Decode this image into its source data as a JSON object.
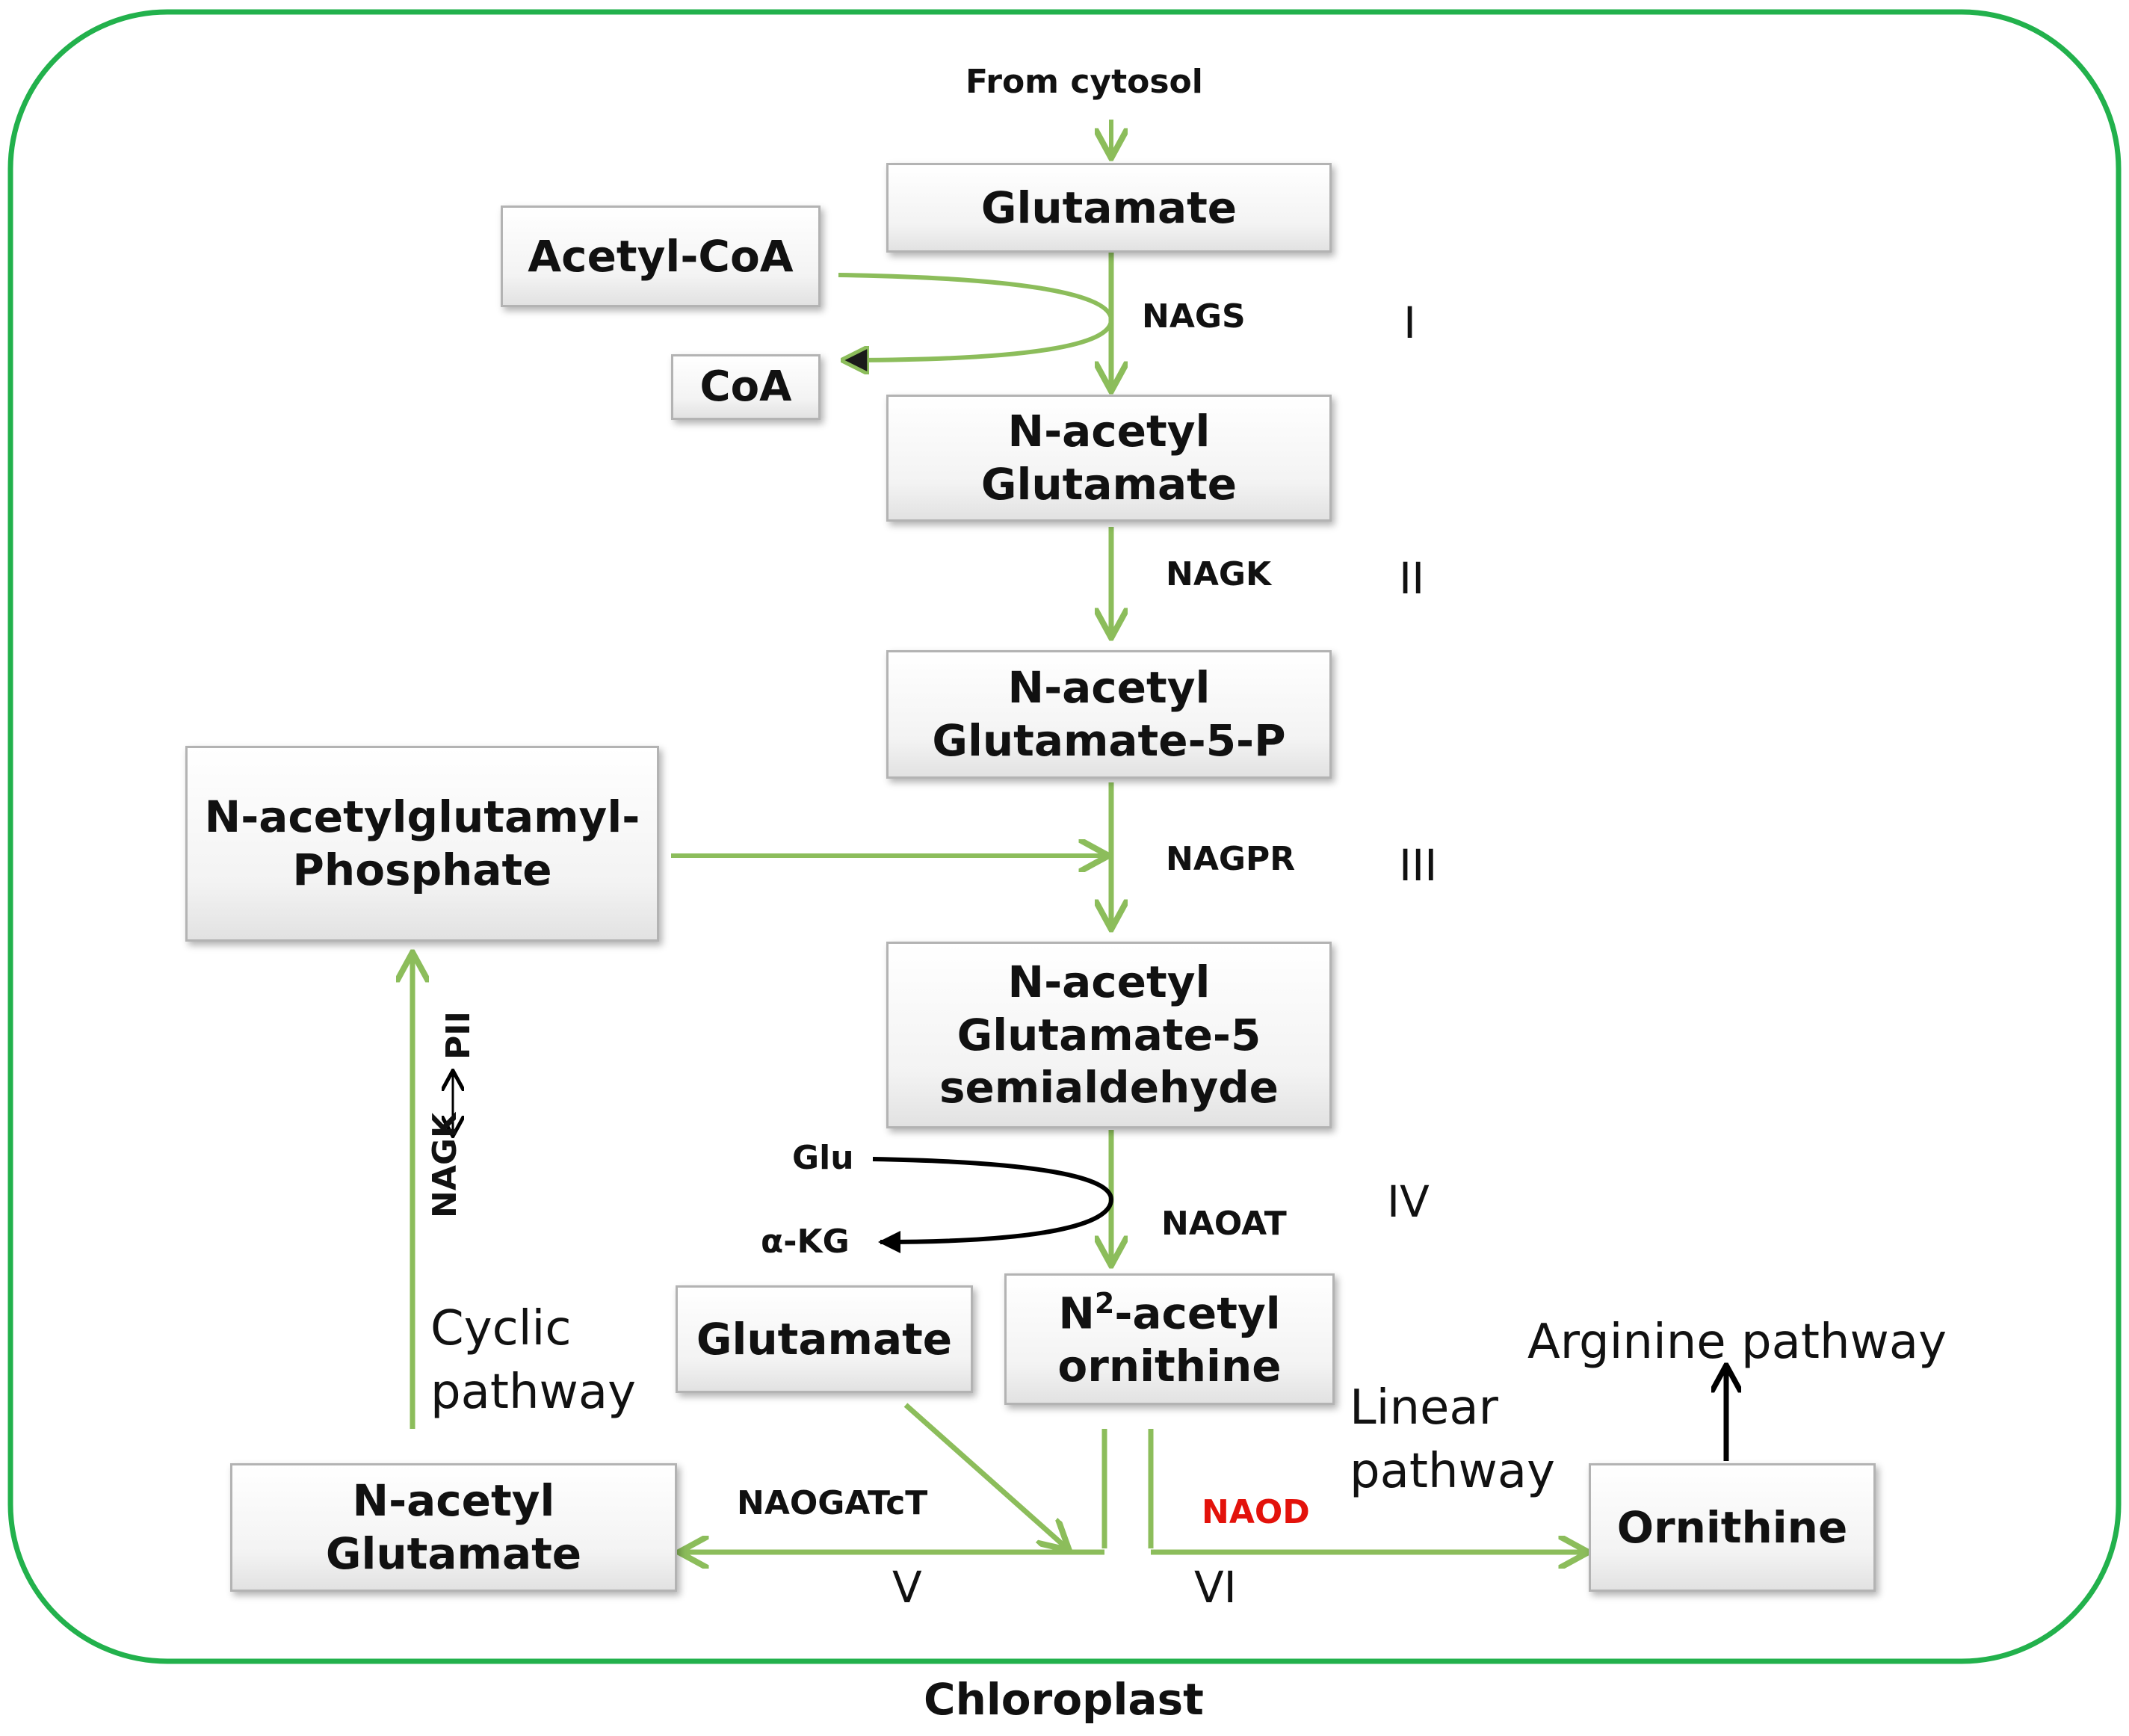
{
  "compartment": "Chloroplast",
  "source_label": "From cytosol",
  "nodes": {
    "glutamate_top": [
      "Glutamate"
    ],
    "acetyl_coa": [
      "Acetyl-CoA"
    ],
    "coa": [
      "CoA"
    ],
    "n_acetyl_glutamate_1": [
      "N-acetyl",
      "Glutamate"
    ],
    "n_acetyl_glutamate_5p": [
      "N-acetyl",
      "Glutamate-5-P"
    ],
    "n_acetylglutamyl_phosphate": [
      "N-acetylglutamyl-",
      "Phosphate"
    ],
    "n_acetyl_glutamate_5_semialdehyde": [
      "N-acetyl",
      "Glutamate-5",
      "semialdehyde"
    ],
    "glutamate_bottom": [
      "Glutamate"
    ],
    "n2_acetyl_ornithine": {
      "line1_prefix": "N",
      "line1_sup": "2",
      "line1_suffix": "-acetyl",
      "line2": "ornithine"
    },
    "n_acetyl_glutamate_2": [
      "N-acetyl",
      "Glutamate"
    ],
    "ornithine": [
      "Ornithine"
    ]
  },
  "enzymes": {
    "nags": "NAGS",
    "nagk": "NAGK",
    "nagpr": "NAGPR",
    "naoat": "NAOAT",
    "naogatct": "NAOGATcT",
    "naod": "NAOD",
    "nagk_vertical": "NAGK",
    "pii": "PII"
  },
  "steps": {
    "s1": "I",
    "s2": "II",
    "s3": "III",
    "s4": "IV",
    "s5": "V",
    "s6": "VI"
  },
  "side_reactants": {
    "glu": "Glu",
    "akg": "α-KG"
  },
  "pathway_notes": {
    "cyclic": [
      "Cyclic",
      "pathway"
    ],
    "linear": [
      "Linear",
      "pathway"
    ],
    "arginine": "Arginine pathway"
  },
  "colors": {
    "chloroplast_border": "#22b14c",
    "pathway_arrow": "#8cbd5b",
    "side_arrow": "#000000",
    "highlight_enzyme": "#e3120b"
  }
}
